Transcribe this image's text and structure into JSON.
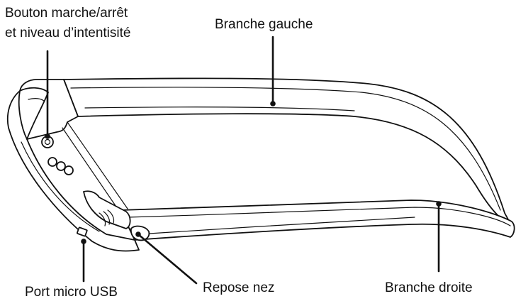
{
  "labels": {
    "power_button_line1": "Bouton marche/arrêt",
    "power_button_line2": "et niveau d’intentisité",
    "left_temple": "Branche gauche",
    "right_temple": "Branche droite",
    "micro_usb": "Port micro USB",
    "nose_rest": "Repose nez"
  },
  "colors": {
    "line": "#111111",
    "background": "#ffffff"
  }
}
